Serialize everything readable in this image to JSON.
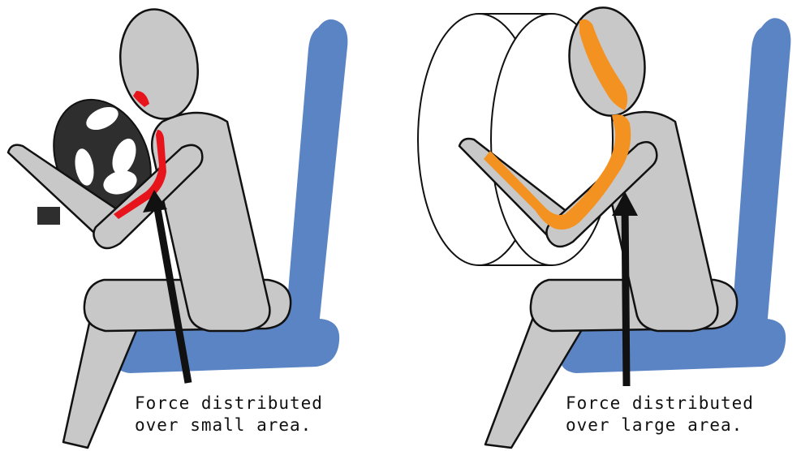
{
  "panels": [
    {
      "id": "without-airbag",
      "caption_line1": "Force distributed",
      "caption_line2": "over small area."
    },
    {
      "id": "with-airbag",
      "caption_line1": "Force distributed",
      "caption_line2": "over large area."
    }
  ],
  "colors": {
    "seat": "#5b84c4",
    "body": "#c8c8c8",
    "outline": "#111111",
    "steering_wheel": "#2e2e2e",
    "impact_small_area": "#e8141c",
    "impact_large_area": "#f39220",
    "airbag": "#ffffff"
  }
}
